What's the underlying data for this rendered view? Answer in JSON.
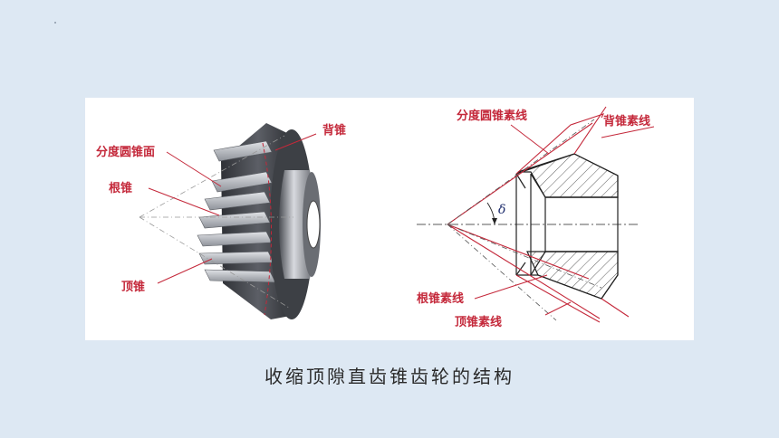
{
  "slide": {
    "caption": "收缩顶隙直齿锥齿轮的结构"
  },
  "left_figure": {
    "labels": {
      "pitch_cone_surface": "分度圆锥面",
      "root_cone": "根锥",
      "face_cone": "顶锥",
      "back_cone": "背锥"
    }
  },
  "right_figure": {
    "labels": {
      "pitch_cone_element": "分度圆锥素线",
      "back_cone_element": "背锥素线",
      "root_cone_element": "根锥素线",
      "face_cone_element": "顶锥素线",
      "angle_symbol": "δ"
    }
  },
  "colors": {
    "slide_background": "#dde8f3",
    "label_red": "#c4283a",
    "gear_dark": "#3c3e43",
    "gear_light": "#b9bcc2"
  }
}
